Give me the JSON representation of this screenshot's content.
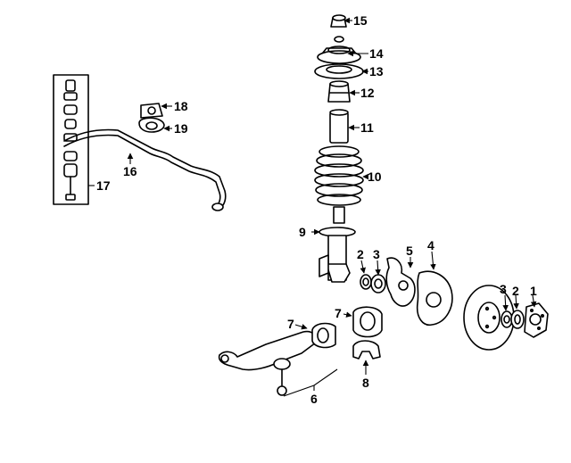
{
  "diagram": {
    "callouts": {
      "c1": "1",
      "c2a": "2",
      "c2b": "2",
      "c3a": "3",
      "c3b": "3",
      "c4": "4",
      "c5": "5",
      "c6": "6",
      "c7a": "7",
      "c7b": "7",
      "c8": "8",
      "c9": "9",
      "c10": "10",
      "c11": "11",
      "c12": "12",
      "c13": "13",
      "c14": "14",
      "c15": "15",
      "c16": "16",
      "c17": "17",
      "c18": "18",
      "c19": "19"
    }
  }
}
